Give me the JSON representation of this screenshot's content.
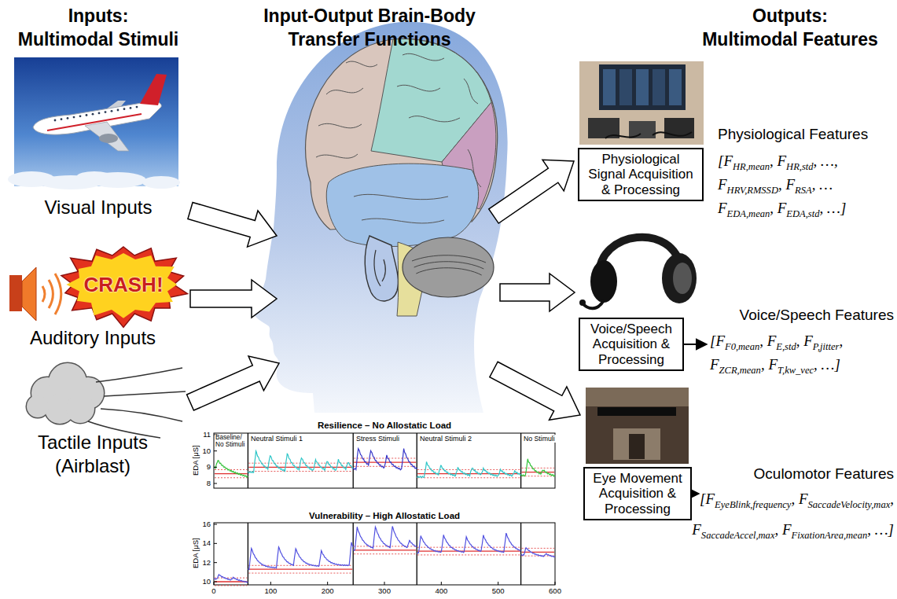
{
  "diagram": {
    "nodes": [
      {
        "text": [
          "Physiological Signal Acquisition & Processing"
        ]
      },
      {
        "text": [
          "Voice/Speech Acquisition & Processing"
        ]
      },
      {
        "text": [
          "Eye Movement Acquisition & Processing"
        ]
      }
    ],
    "labels": [
      "Inputs:",
      "Multimodal Stimuli",
      "Input-Output Brain-Body Transfer Functions",
      "Outputs:",
      "Multimodal Features",
      "Visual Inputs",
      "CRASH!",
      "Auditory Inputs",
      "Tactile Inputs (Airblast)",
      "Physiological Features",
      "[F",
      "HR,mean",
      ", F",
      "HR,std",
      ", …,",
      "F",
      "HRV,RMSSD",
      ", F",
      "RSA",
      ", …",
      "F",
      "EDA,mean",
      ", F",
      "EDA,std",
      ", …]",
      "Voice/Speech Features",
      "[F",
      "F0,mean",
      ", F",
      "E,std",
      ", F",
      "P,jitter",
      ",",
      "F",
      "ZCR,mean",
      ", F",
      "T,kw_vec",
      ", …]",
      "Oculomotor Features",
      "[F",
      "EyeBlink,frequency",
      ", F",
      "SaccadeVelocity,max",
      ",",
      "F",
      "SaccadeAccel,max",
      ", F",
      "FixationArea,mean",
      ", …]",
      "Resilience – No Allostatic Load",
      "EDA [μS]",
      "11",
      "10",
      "9",
      "8",
      "Baseline/ No Stimuli",
      "Neutral Stimuli 1",
      "Stress Stimuli",
      "Neutral Stimuli 2",
      "No Stimuli",
      "Vulnerability – High Allostatic Load",
      "EDA [μS]",
      "16",
      "14",
      "12",
      "10",
      "0",
      "100",
      "200",
      "300",
      "400",
      "500",
      "600"
    ]
  }
}
